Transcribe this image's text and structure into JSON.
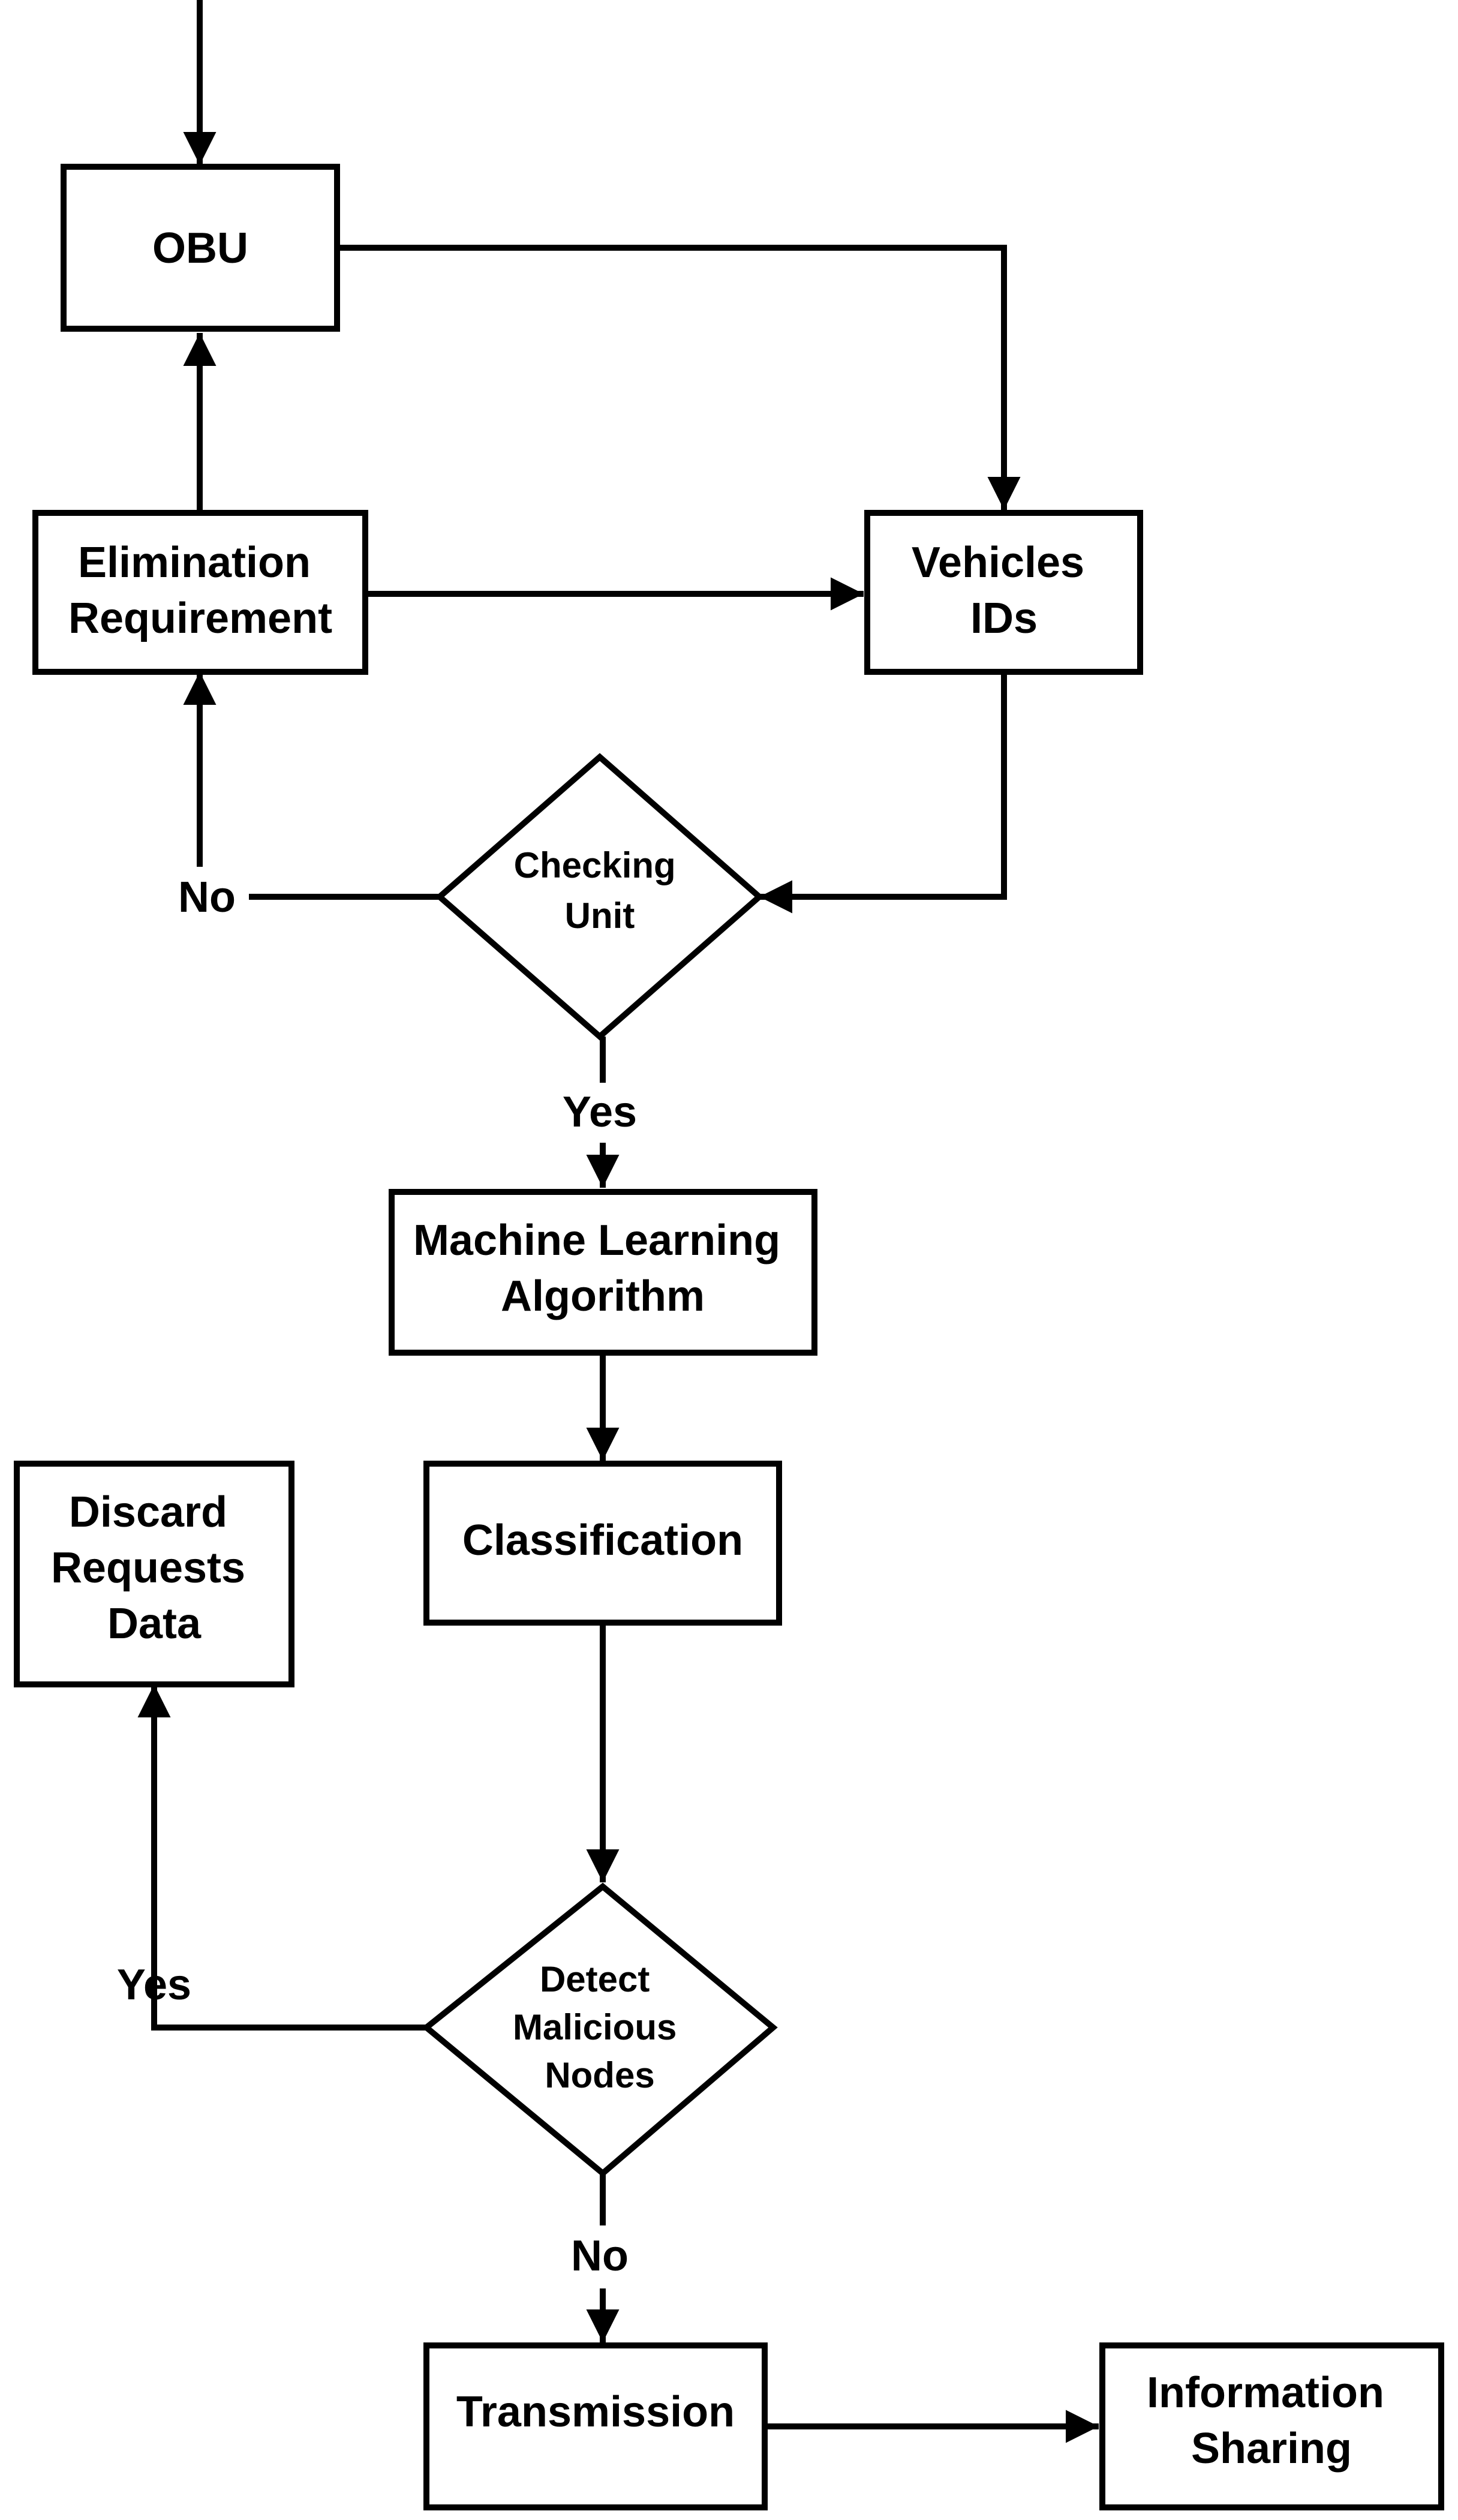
{
  "nodes": {
    "obu": {
      "lines": [
        "OBU"
      ]
    },
    "elimination": {
      "lines": [
        "Elimination",
        "Requirement"
      ]
    },
    "vehicles": {
      "lines": [
        "Vehicles",
        "IDs"
      ]
    },
    "checking": {
      "lines": [
        "Checking",
        "Unit"
      ]
    },
    "ml": {
      "lines": [
        "Machine Learning",
        "Algorithm"
      ]
    },
    "classification": {
      "lines": [
        "Classification"
      ]
    },
    "discard": {
      "lines": [
        "Discard",
        "Requests",
        "Data"
      ]
    },
    "detect": {
      "lines": [
        "Detect",
        "Malicious",
        "Nodes"
      ]
    },
    "transmission": {
      "lines": [
        "Transmission"
      ]
    },
    "info": {
      "lines": [
        "Information",
        "Sharing"
      ]
    }
  },
  "edge_labels": {
    "checking_no": "No",
    "checking_yes": "Yes",
    "detect_yes": "Yes",
    "detect_no": "No"
  }
}
